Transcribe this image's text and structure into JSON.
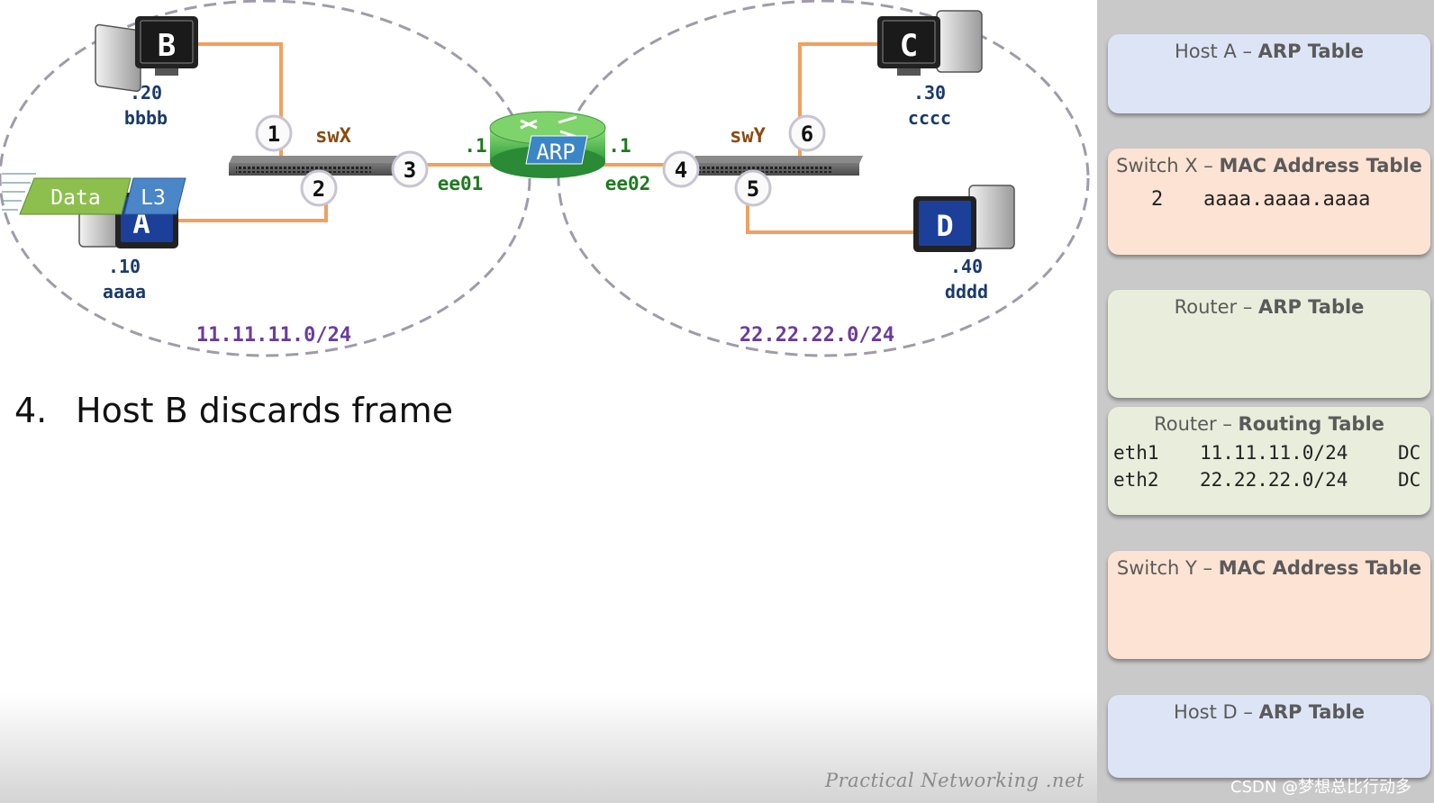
{
  "hosts": {
    "b": {
      "letter": "B",
      "ip": ".20",
      "mac": "bbbb"
    },
    "a": {
      "letter": "A",
      "ip": ".10",
      "mac": "aaaa"
    },
    "c": {
      "letter": "C",
      "ip": ".30",
      "mac": "cccc"
    },
    "d": {
      "letter": "D",
      "ip": ".40",
      "mac": "dddd"
    }
  },
  "switches": {
    "x": "swX",
    "y": "swY"
  },
  "router": {
    "label": "ARP",
    "left_ip": ".1",
    "right_ip": ".1",
    "left_iface": "ee01",
    "right_iface": "ee02"
  },
  "ports": [
    "1",
    "2",
    "3",
    "4",
    "5",
    "6"
  ],
  "networks": {
    "left": "11.11.11.0/24",
    "right": "22.22.22.0/24"
  },
  "packet": {
    "data": "Data",
    "l3": "L3"
  },
  "step": {
    "number": "4.",
    "text": "Host B discards frame"
  },
  "tables": {
    "host_a": {
      "prefix": "Host A – ",
      "bold": "ARP Table"
    },
    "switch_x": {
      "prefix": "Switch X – ",
      "bold": "MAC Address Table",
      "rows": [
        {
          "port": "2",
          "mac": "aaaa.aaaa.aaaa"
        }
      ]
    },
    "router_arp": {
      "prefix": "Router – ",
      "bold": "ARP Table"
    },
    "router_routing": {
      "prefix": "Router – ",
      "bold": "Routing Table",
      "rows": [
        {
          "iface": "eth1",
          "network": "11.11.11.0/24",
          "type": "DC"
        },
        {
          "iface": "eth2",
          "network": "22.22.22.0/24",
          "type": "DC"
        }
      ]
    },
    "switch_y": {
      "prefix": "Switch Y – ",
      "bold": "MAC Address Table"
    },
    "host_d": {
      "prefix": "Host D – ",
      "bold": "ARP Table"
    }
  },
  "footer": {
    "brand": "Practical Networking .net",
    "watermark": "CSDN @梦想总比行动多"
  },
  "colors": {
    "link": "#f0a060",
    "host_blue_card": "#dde4f5",
    "peach_card": "#fce3d3",
    "green_card": "#e9eddc",
    "network_label": "#6a3d9a",
    "ip_label": "#1a3a6a",
    "iface_label": "#1e7a1e",
    "switch_label": "#8a4a10",
    "ellipse": "#a09aaa"
  }
}
